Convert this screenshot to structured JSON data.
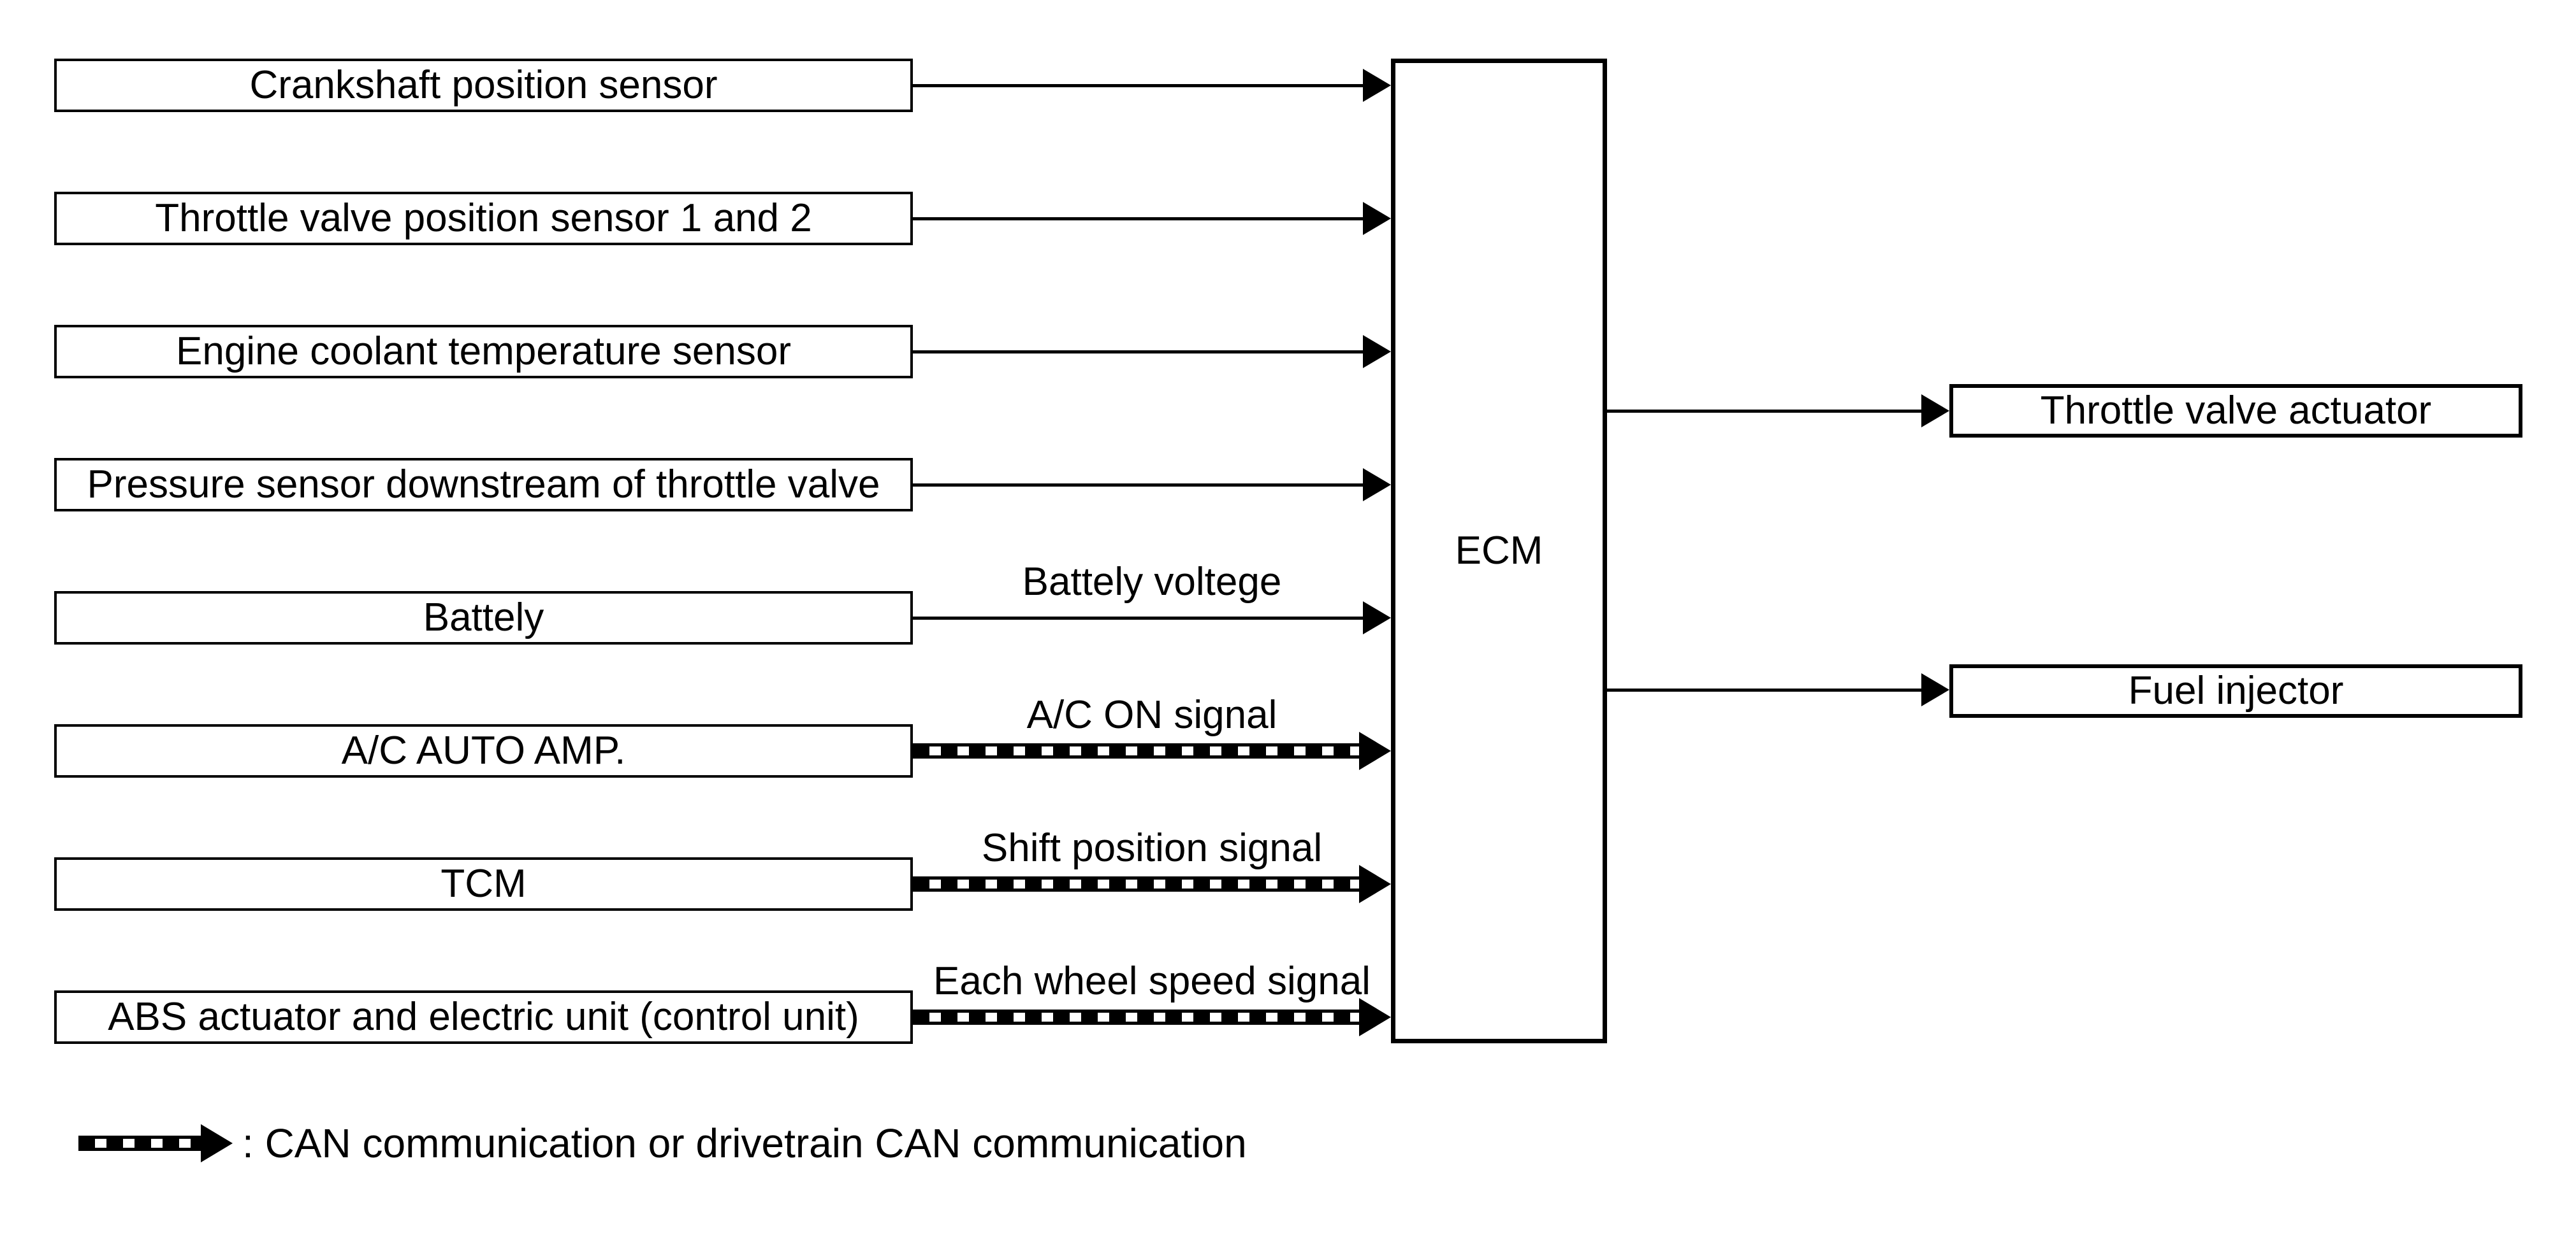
{
  "colors": {
    "line": "#000000",
    "background": "#ffffff"
  },
  "ecm": {
    "label": "ECM"
  },
  "inputs": [
    {
      "label": "Crankshaft position sensor"
    },
    {
      "label": "Throttle valve position sensor 1 and 2"
    },
    {
      "label": "Engine coolant temperature sensor"
    },
    {
      "label": "Pressure sensor downstream of throttle valve"
    },
    {
      "label": "Battely",
      "signal": "Battely voltege"
    },
    {
      "label": "A/C AUTO AMP.",
      "signal": "A/C ON signal"
    },
    {
      "label": "TCM",
      "signal": "Shift position signal"
    },
    {
      "label": "ABS actuator and electric unit (control unit)",
      "signal": "Each wheel speed signal"
    }
  ],
  "outputs": [
    {
      "label": "Throttle valve actuator"
    },
    {
      "label": "Fuel injector"
    }
  ],
  "legend": {
    "label": ": CAN communication or drivetrain CAN communication"
  }
}
